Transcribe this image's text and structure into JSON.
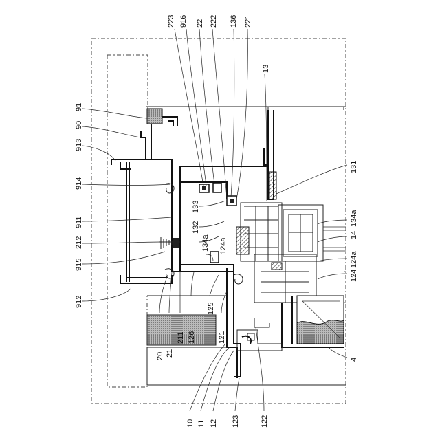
{
  "figure": {
    "labels": [
      {
        "id": "l223",
        "text": "223"
      },
      {
        "id": "l916",
        "text": "916"
      },
      {
        "id": "l22",
        "text": "22"
      },
      {
        "id": "l222",
        "text": "222"
      },
      {
        "id": "l136",
        "text": "136"
      },
      {
        "id": "l221",
        "text": "221"
      },
      {
        "id": "l13",
        "text": "13"
      },
      {
        "id": "l91",
        "text": "91"
      },
      {
        "id": "l90",
        "text": "90"
      },
      {
        "id": "l913",
        "text": "913"
      },
      {
        "id": "l914",
        "text": "914"
      },
      {
        "id": "l911",
        "text": "911"
      },
      {
        "id": "l212",
        "text": "212"
      },
      {
        "id": "l915",
        "text": "915"
      },
      {
        "id": "l912",
        "text": "912"
      },
      {
        "id": "l133",
        "text": "133"
      },
      {
        "id": "l132",
        "text": "132"
      },
      {
        "id": "l134a_l",
        "text": "134a"
      },
      {
        "id": "l124a_l",
        "text": "124a"
      },
      {
        "id": "l131",
        "text": "131"
      },
      {
        "id": "l134a_r",
        "text": "134a"
      },
      {
        "id": "l14",
        "text": "14"
      },
      {
        "id": "l124a_r",
        "text": "124a"
      },
      {
        "id": "l124",
        "text": "124"
      },
      {
        "id": "l125",
        "text": "125"
      },
      {
        "id": "l126",
        "text": "126"
      },
      {
        "id": "l121",
        "text": "121"
      },
      {
        "id": "l211",
        "text": "211"
      },
      {
        "id": "l21",
        "text": "21"
      },
      {
        "id": "l20",
        "text": "20"
      },
      {
        "id": "l10",
        "text": "10"
      },
      {
        "id": "l11",
        "text": "11"
      },
      {
        "id": "l12",
        "text": "12"
      },
      {
        "id": "l123",
        "text": "123"
      },
      {
        "id": "l122",
        "text": "122"
      },
      {
        "id": "l4",
        "text": "4"
      }
    ]
  }
}
